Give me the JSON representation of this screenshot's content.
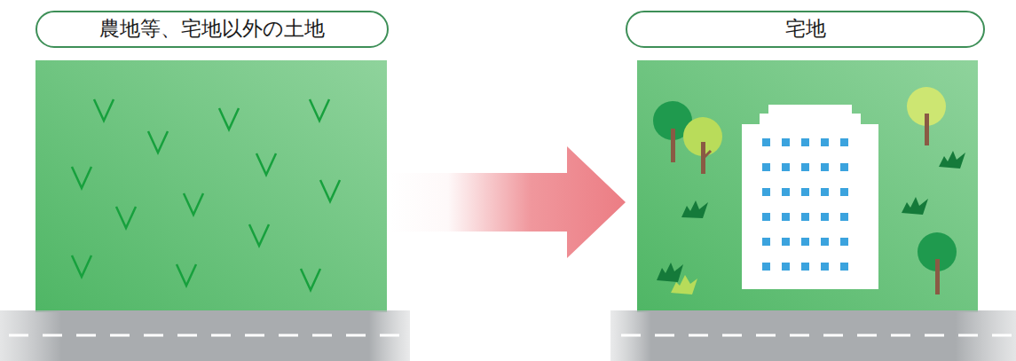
{
  "diagram": {
    "nodes": [
      {
        "text": [
          "農地等、宅地以外の土地"
        ]
      },
      {
        "text": [
          "宅地"
        ]
      }
    ],
    "edges": [
      {
        "from": 0,
        "to": 1,
        "arrow": "to"
      }
    ]
  }
}
